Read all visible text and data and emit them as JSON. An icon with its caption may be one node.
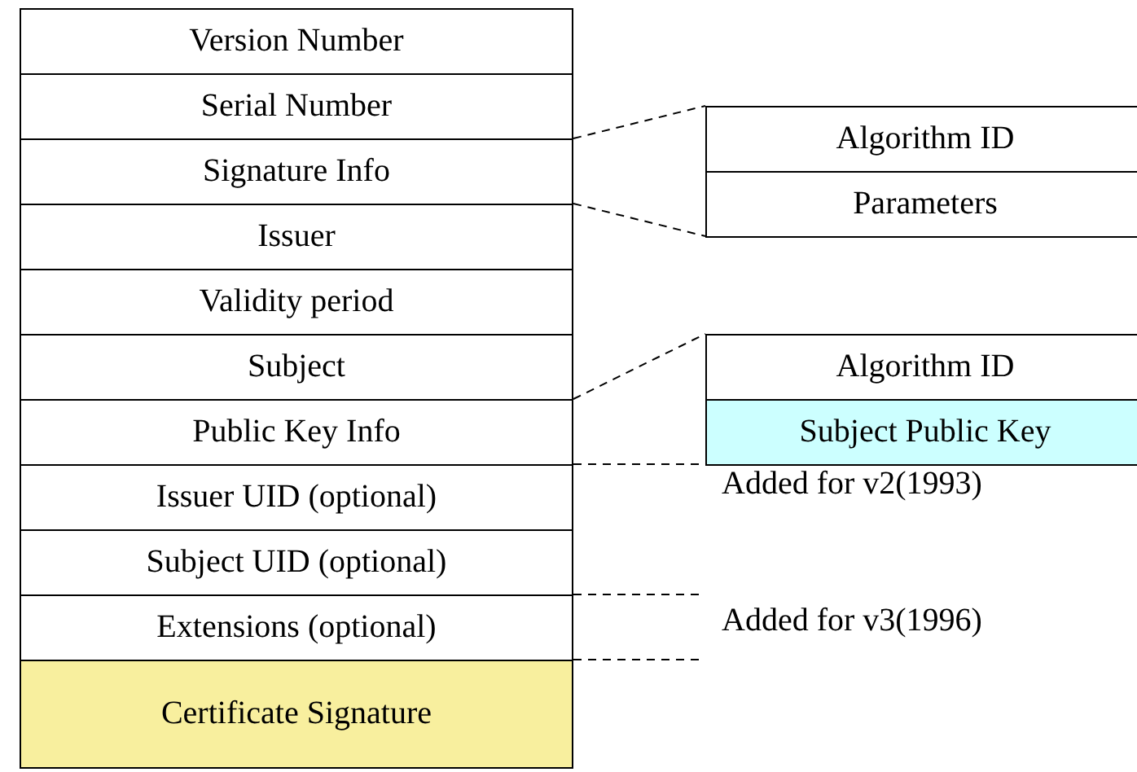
{
  "diagram": {
    "nodes": [
      {
        "text": [
          "Version Number"
        ]
      },
      {
        "text": [
          "Serial Number"
        ]
      },
      {
        "text": [
          "Signature Info"
        ]
      },
      {
        "text": [
          "Issuer"
        ]
      },
      {
        "text": [
          "Validity period"
        ]
      },
      {
        "text": [
          "Subject"
        ]
      },
      {
        "text": [
          "Public Key Info"
        ]
      },
      {
        "text": [
          "Issuer UID (optional)"
        ]
      },
      {
        "text": [
          "Subject UID (optional)"
        ]
      },
      {
        "text": [
          "Extensions (optional)"
        ]
      },
      {
        "text": [
          "Certificate Signature"
        ]
      },
      {
        "text": [
          "Algorithm ID"
        ]
      },
      {
        "text": [
          "Parameters"
        ]
      },
      {
        "text": [
          "Algorithm ID"
        ]
      },
      {
        "text": [
          "Subject Public Key"
        ]
      }
    ],
    "edges": [
      {
        "from": 2,
        "to": 11,
        "arrow": "none",
        "style": "dashed"
      },
      {
        "from": 2,
        "to": 12,
        "arrow": "none",
        "style": "dashed"
      },
      {
        "from": 6,
        "to": 13,
        "arrow": "none",
        "style": "dashed"
      },
      {
        "from": 6,
        "to": 14,
        "arrow": "none",
        "style": "dashed"
      }
    ],
    "labels": [
      "Added for v2(1993)",
      "Added for v3(1996)"
    ]
  }
}
